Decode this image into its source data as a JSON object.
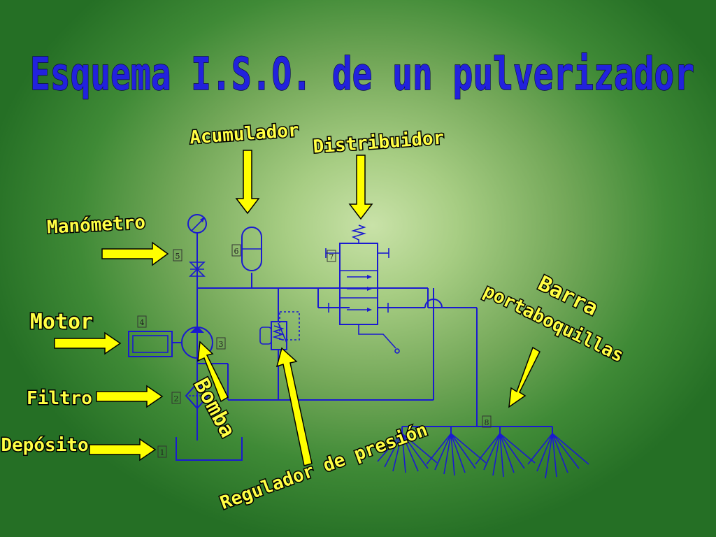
{
  "title": "Esquema I.S.O. de un pulverizador",
  "labels": {
    "acumulador": "Acumulador",
    "distribuidor": "Distribuidor",
    "manometro": "Manómetro",
    "motor": "Motor",
    "filtro": "Filtro",
    "deposito": "Depósito",
    "bomba": "Bomba",
    "regulador": "Regulador de presión",
    "barra_line1": "Barra",
    "barra_line2": "portaboquillas"
  },
  "numbers": {
    "deposito": "1",
    "filtro": "2",
    "bomba": "3",
    "motor": "4",
    "manometro": "5",
    "acumulador": "6",
    "distribuidor": "7",
    "barra": "8"
  },
  "colors": {
    "title": "#2222dd",
    "labels": "#ffff44",
    "arrows": "#ffff00",
    "lines": "#1a1ad0"
  }
}
